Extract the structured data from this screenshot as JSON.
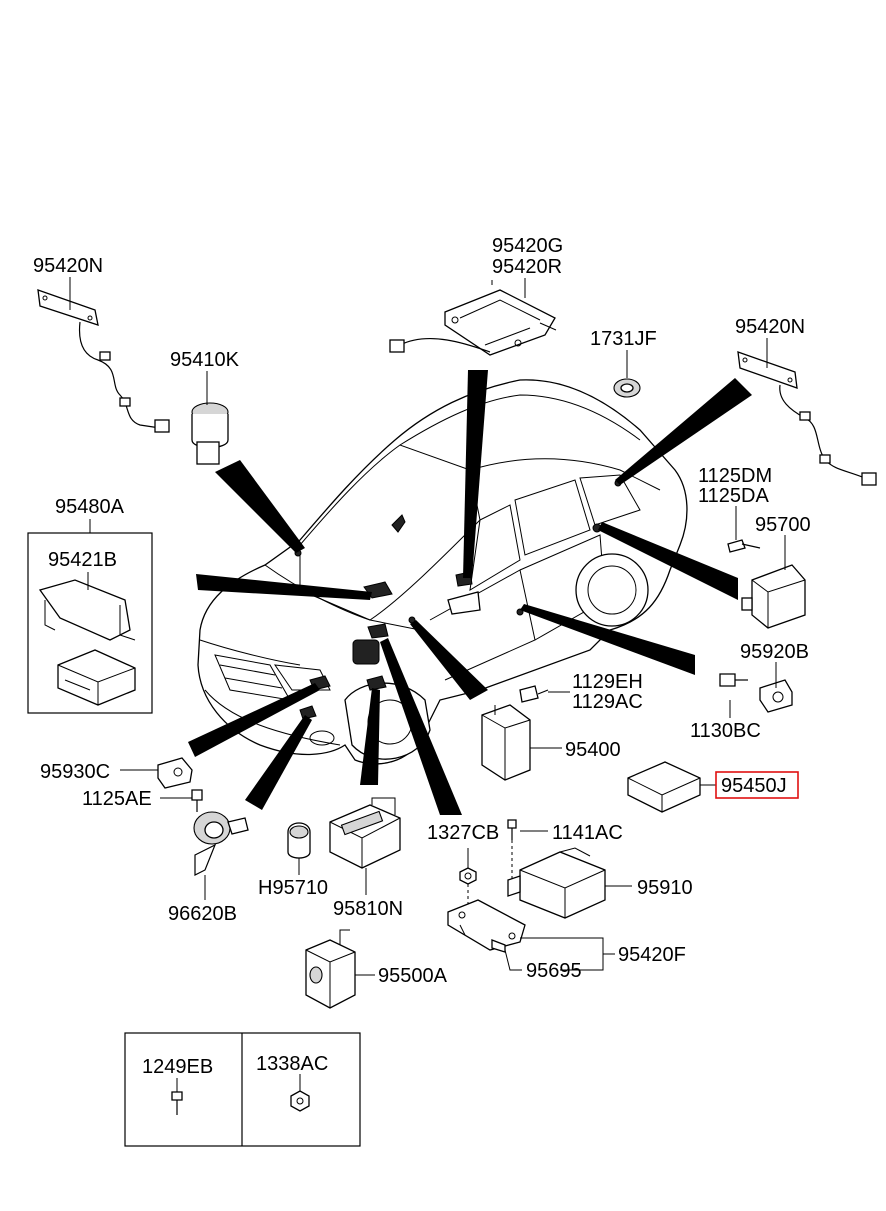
{
  "labels": {
    "p95420N_left": "95420N",
    "p95420G": "95420G",
    "p95420R": "95420R",
    "p1731JF": "1731JF",
    "p95420N_right": "95420N",
    "p95410K": "95410K",
    "p95480A": "95480A",
    "p95421B": "95421B",
    "p1125DM": "1125DM",
    "p1125DA": "1125DA",
    "p95700": "95700",
    "p95920B": "95920B",
    "p1129EH": "1129EH",
    "p1129AC": "1129AC",
    "p1130BC": "1130BC",
    "p95400": "95400",
    "p95930C": "95930C",
    "p95450J": "95450J",
    "p1125AE": "1125AE",
    "p1327CB": "1327CB",
    "p1141AC": "1141AC",
    "pH95710": "H95710",
    "p95910": "95910",
    "p96620B": "96620B",
    "p95810N": "95810N",
    "p95420F": "95420F",
    "p95695": "95695",
    "p95500A": "95500A",
    "p1249EB": "1249EB",
    "p1338AC": "1338AC"
  },
  "highlight_color": "#e01010"
}
